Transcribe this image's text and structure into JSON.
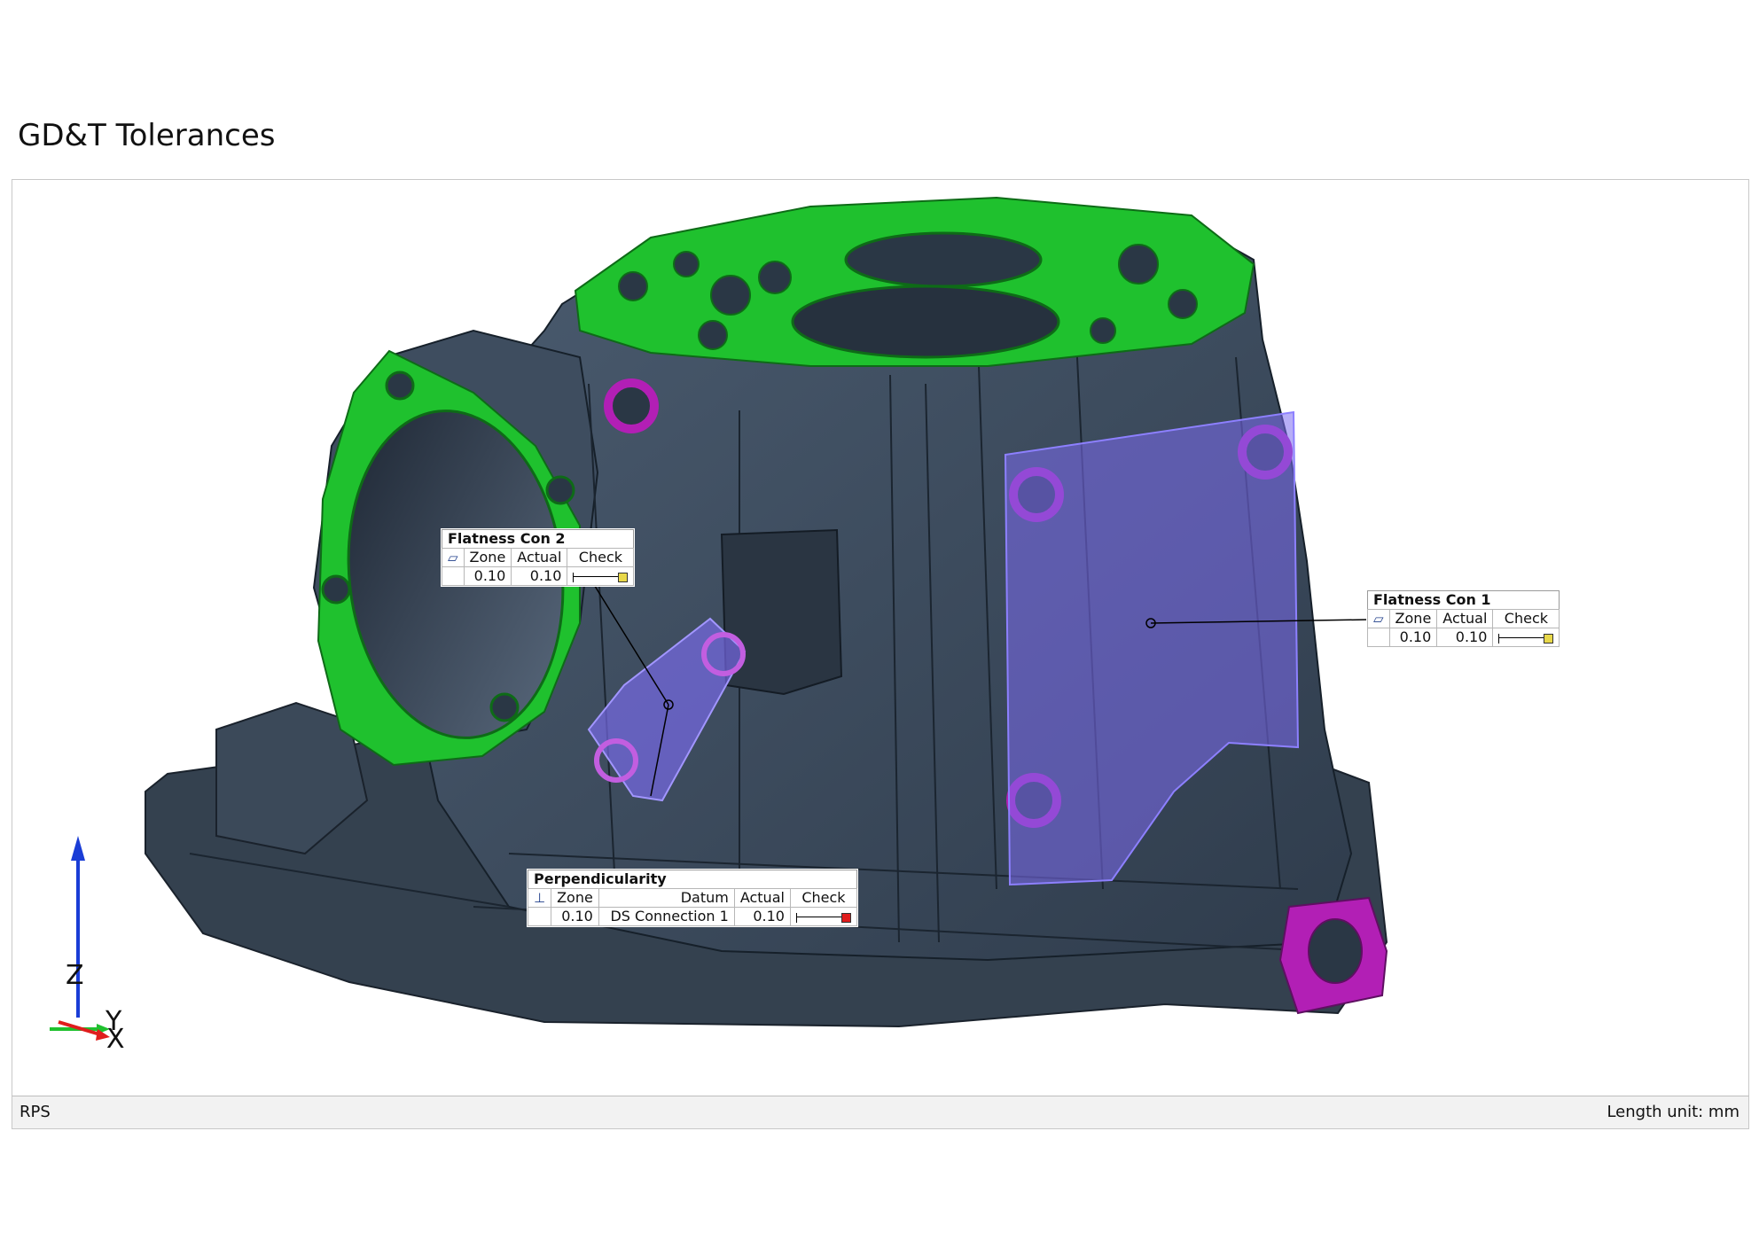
{
  "page": {
    "title": "GD&T Tolerances"
  },
  "status_bar": {
    "left": "RPS",
    "right": "Length unit: mm"
  },
  "colors": {
    "part_body": "#3d4d60",
    "datum_green": "#1fc12e",
    "datum_magenta": "#b21fb5",
    "tolerance_plane": "#7b6cf0",
    "ok_indicator": "#e8d84a",
    "fail_indicator": "#e01d1d"
  },
  "annotations": {
    "flatness_con_2": {
      "title": "Flatness Con 2",
      "symbol": "flatness-icon",
      "headers": {
        "zone": "Zone",
        "actual": "Actual",
        "check": "Check"
      },
      "zone": "0.10",
      "actual": "0.10",
      "check_status": "ok"
    },
    "flatness_con_1": {
      "title": "Flatness Con 1",
      "symbol": "flatness-icon",
      "headers": {
        "zone": "Zone",
        "actual": "Actual",
        "check": "Check"
      },
      "zone": "0.10",
      "actual": "0.10",
      "check_status": "ok"
    },
    "perpendicularity": {
      "title": "Perpendicularity",
      "symbol": "perpendicularity-icon",
      "headers": {
        "zone": "Zone",
        "datum": "Datum",
        "actual": "Actual",
        "check": "Check"
      },
      "zone": "0.10",
      "datum": "DS Connection 1",
      "actual": "0.10",
      "check_status": "fail"
    }
  },
  "axis_triad": {
    "z": "Z",
    "y": "Y",
    "x": "X"
  }
}
